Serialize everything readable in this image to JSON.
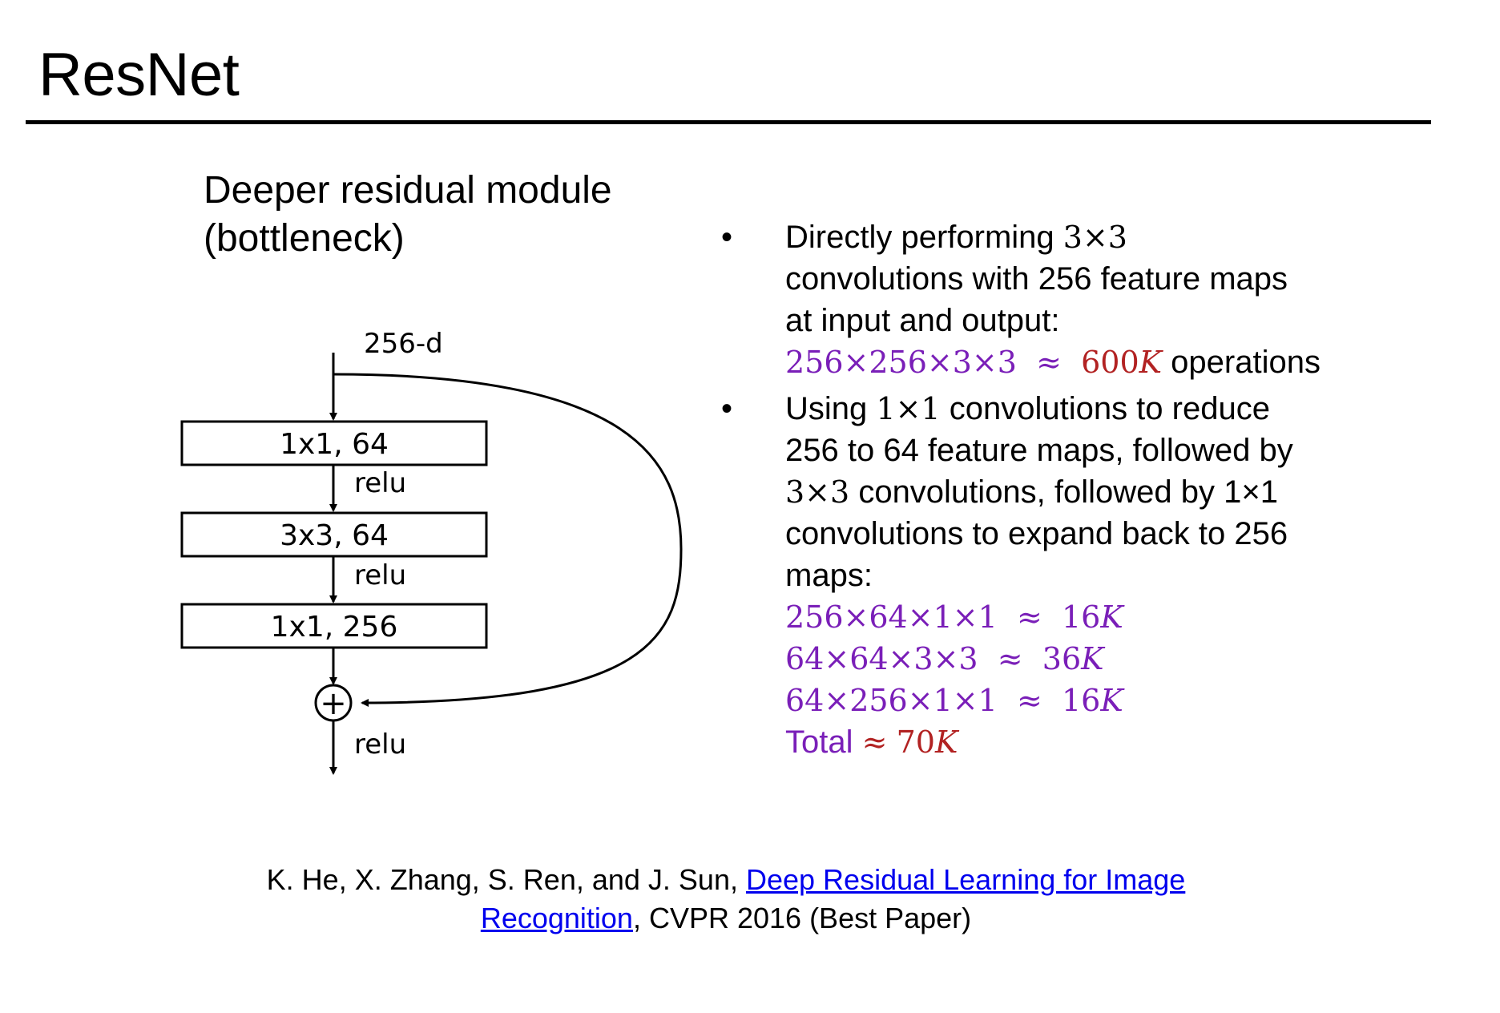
{
  "slide": {
    "title": "ResNet"
  },
  "left": {
    "subtitle_line1": "Deeper residual module",
    "subtitle_line2": "(bottleneck)"
  },
  "diagram": {
    "input_label": "256-d",
    "blocks": [
      "1x1, 64",
      "3x3, 64",
      "1x1, 256"
    ],
    "activation": "relu",
    "add_symbol": "+"
  },
  "bullets": {
    "dot": "•",
    "b1_line1_text": "Directly performing ",
    "b1_line1_math": "3×3",
    "b1_line2": "convolutions with 256 feature maps",
    "b1_line3": "at input and output:",
    "b1_math_lhs": "256×256×3×3",
    "approx": "≈",
    "b1_math_rhs_num": "600",
    "k": "K",
    "b1_tail": " operations",
    "b2_line1_a": "Using ",
    "b2_line1_math": "1×1",
    "b2_line1_b": " convolutions to reduce",
    "b2_line2": "256 to 64 feature maps, followed by",
    "b2_line3_math": "3×3",
    "b2_line3_b": " convolutions, followed by 1×1",
    "b2_line4": "convolutions to expand back to 256",
    "b2_line5": "maps:",
    "calc1_lhs": "256×64×1×1",
    "calc1_rhs": "16",
    "calc2_lhs": "64×64×3×3",
    "calc2_rhs": "36",
    "calc3_lhs": "64×256×1×1",
    "calc3_rhs": "16",
    "total_label": "Total",
    "total_value": "70"
  },
  "citation": {
    "authors": "K. He, X. Zhang, S. Ren, and J. Sun, ",
    "link_part1": "Deep Residual Learning for Image ",
    "link_part2": "Recognition",
    "venue": ", CVPR 2016 (Best Paper)"
  },
  "colors": {
    "formula": "#7a1fb8",
    "result": "#b22222",
    "link": "#0000ee"
  }
}
